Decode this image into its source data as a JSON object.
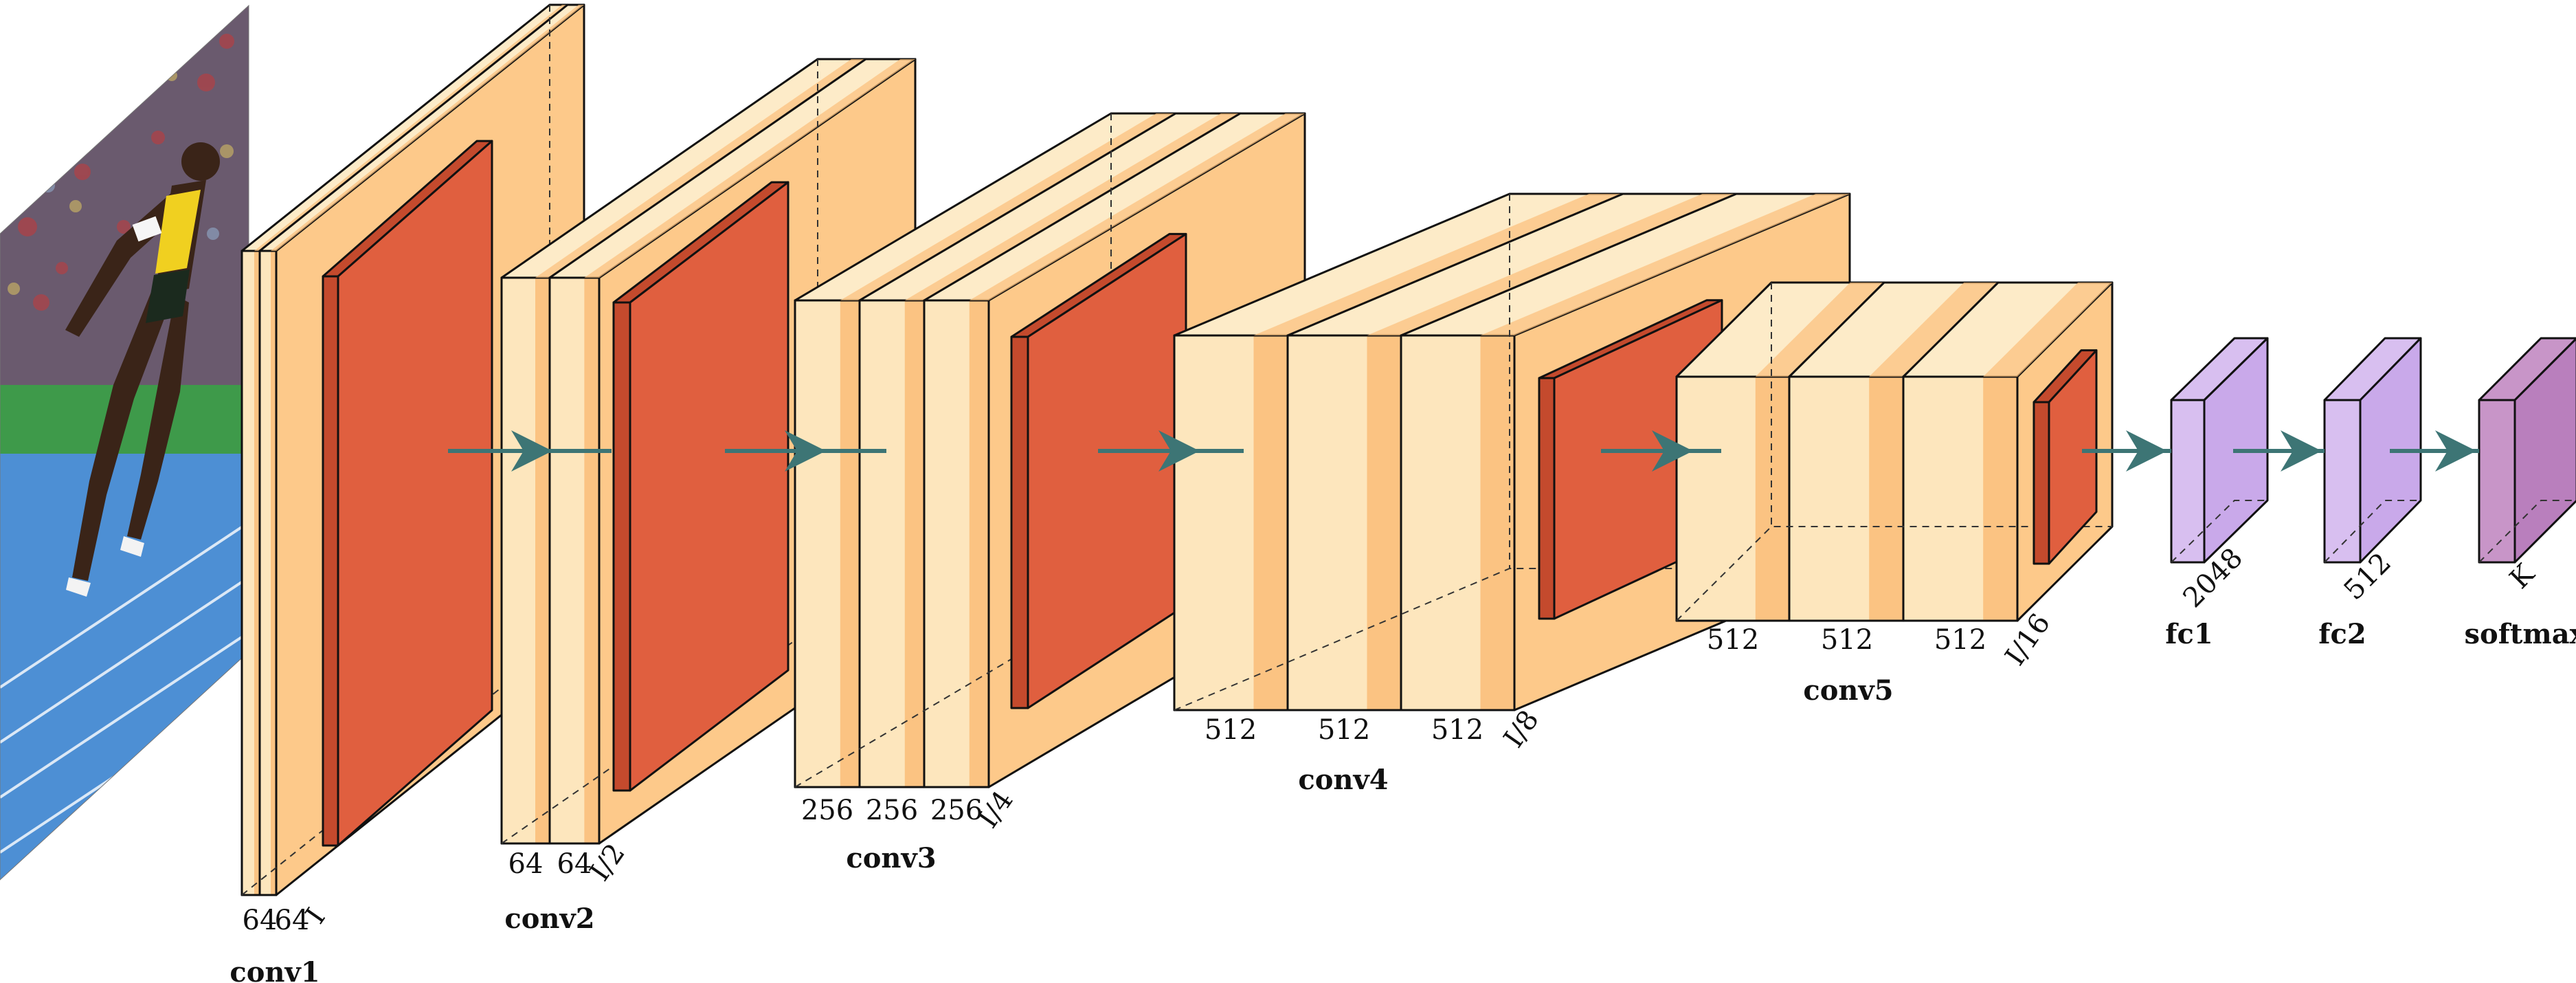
{
  "colors": {
    "conv_face": "#fde6bd",
    "conv_top": "#fdebc8",
    "conv_side": "#fdc98a",
    "conv_stripe": "#fbbf7b",
    "pool_face": "#e05f3f",
    "pool_side": "#c44a2d",
    "fc_face": "#d8bff0",
    "fc_side": "#c9a9ea",
    "softmax_face": "#c895c8",
    "softmax_side": "#b97fbd",
    "arrow": "#3d7575"
  },
  "input_image": {
    "icon": "sprinter-photo"
  },
  "blocks": [
    {
      "id": "conv1",
      "label": "conv1",
      "channels": [
        "64",
        "64"
      ],
      "size": "I"
    },
    {
      "id": "conv2",
      "label": "conv2",
      "channels": [
        "64",
        "64"
      ],
      "size": "I/2"
    },
    {
      "id": "conv3",
      "label": "conv3",
      "channels": [
        "256",
        "256",
        "256"
      ],
      "size": "I/4"
    },
    {
      "id": "conv4",
      "label": "conv4",
      "channels": [
        "512",
        "512",
        "512"
      ],
      "size": "I/8"
    },
    {
      "id": "conv5",
      "label": "conv5",
      "channels": [
        "512",
        "512",
        "512"
      ],
      "size": "I/16"
    },
    {
      "id": "fc1",
      "label": "fc1",
      "size": "2048"
    },
    {
      "id": "fc2",
      "label": "fc2",
      "size": "512"
    },
    {
      "id": "softmax",
      "label": "softmax",
      "size": "K"
    }
  ]
}
